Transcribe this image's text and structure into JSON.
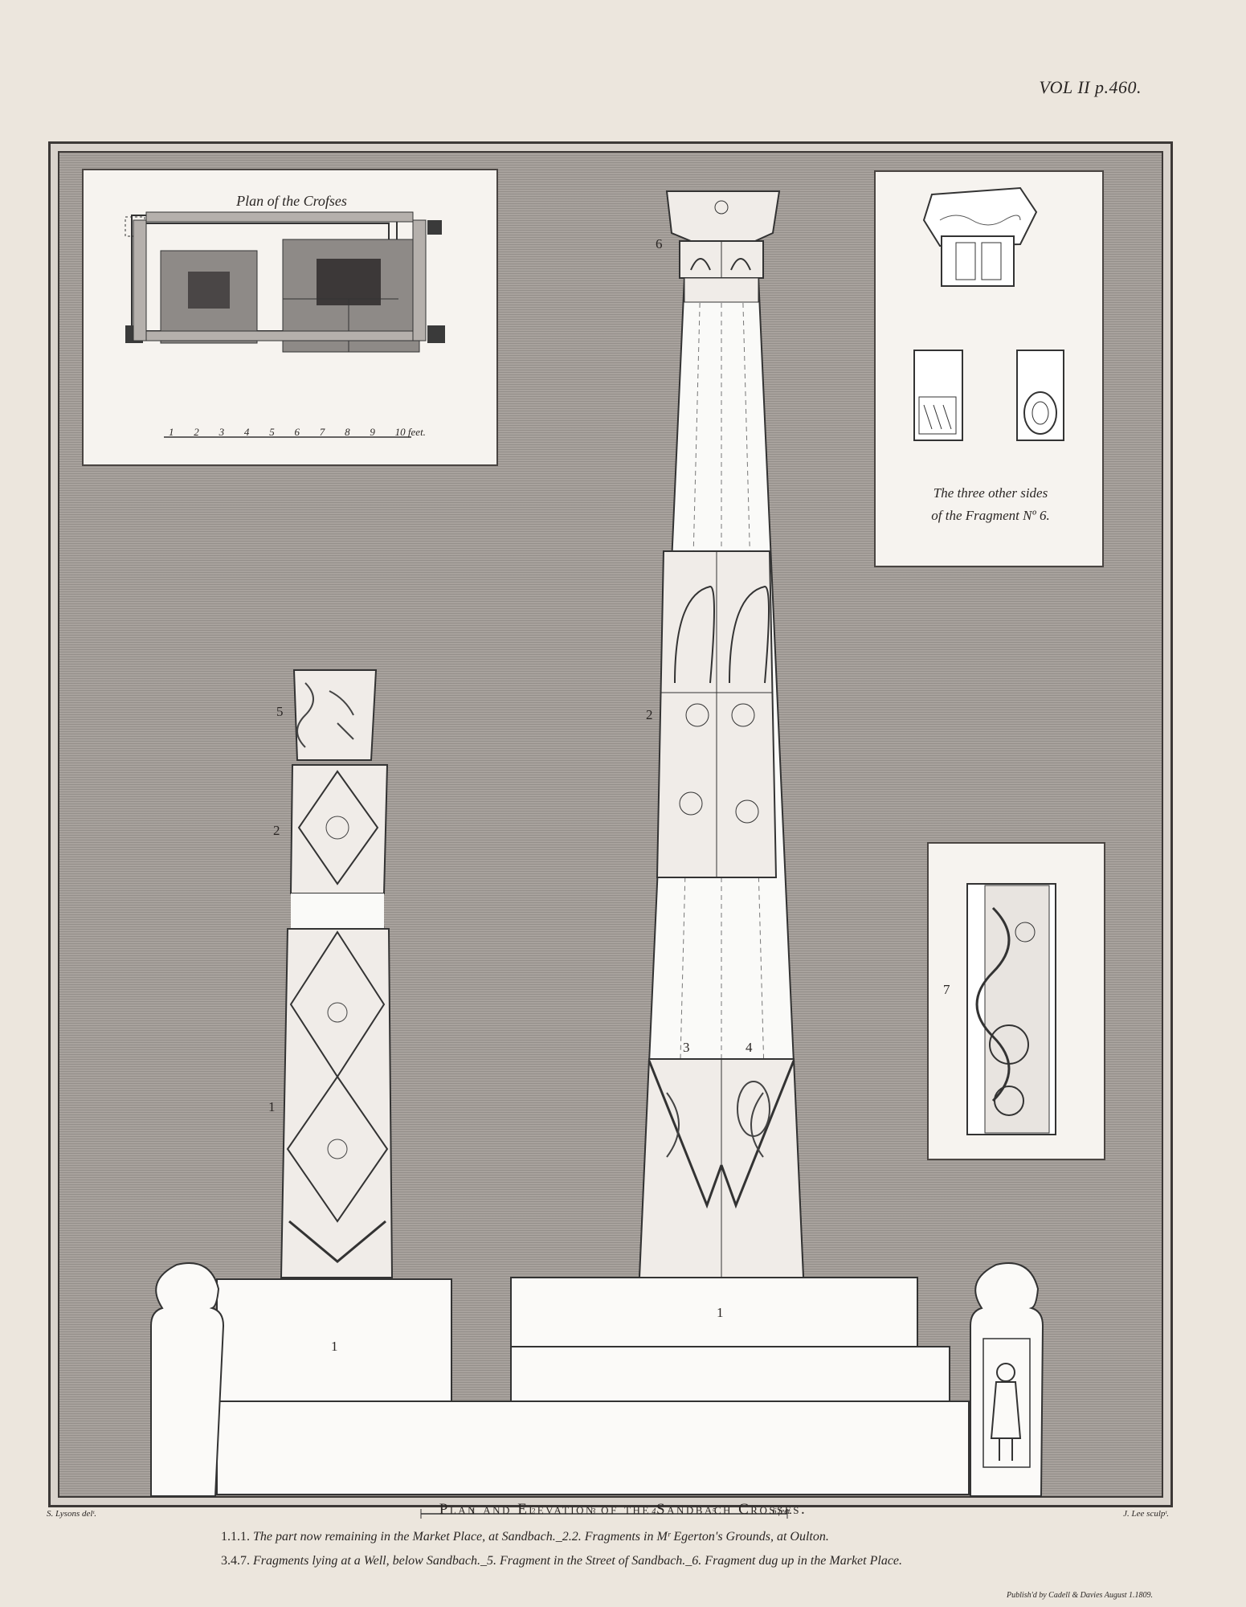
{
  "header": {
    "volume": "VOL II p.460."
  },
  "plan_panel": {
    "title": "Plan of the Crofses",
    "scale_marks": [
      "1",
      "2",
      "3",
      "4",
      "5",
      "6",
      "7",
      "8",
      "9",
      "10 feet."
    ]
  },
  "fragment_panel": {
    "caption_line1": "The three other sides",
    "caption_line2": "of the Fragment Nº 6."
  },
  "labels": {
    "n6": "6",
    "n5": "5",
    "n2_left": "2",
    "n2_right": "2",
    "n1_left_shaft": "1",
    "n3": "3",
    "n4": "4",
    "n7": "7",
    "base_left": "1",
    "base_right": "1"
  },
  "credits": {
    "left": "S. Lysons delᵗ.",
    "right": "J. Lee sculpᵗ."
  },
  "bottom_scale": {
    "marks": [
      "1",
      "2",
      "3",
      "4",
      "5",
      "6 feet."
    ]
  },
  "title": "Plan and Elevation of the Sandbach Crosses.",
  "legend": {
    "line1_num": "1.1.1.",
    "line1": "The part now remaining in the Market Place, at Sandbach._2.2. Fragments in Mʳ Egerton's Grounds, at Oulton.",
    "line2_num": "3.4.7.",
    "line2": "Fragments lying at a Well, below Sandbach._5. Fragment in the Street of Sandbach._6. Fragment dug up in the Market Place."
  },
  "publisher": "Publish'd by Cadell & Davies August 1.1809."
}
